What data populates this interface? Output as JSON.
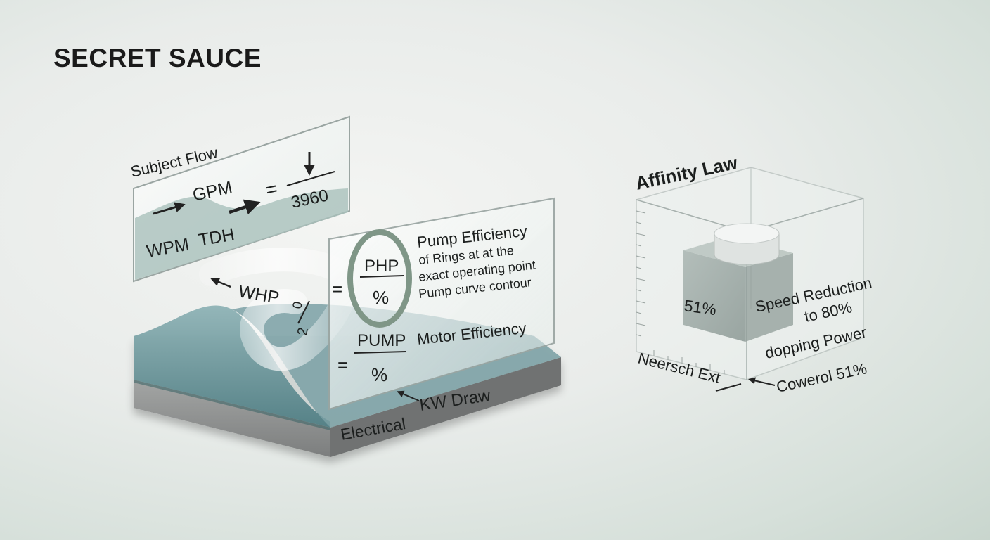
{
  "title": "SECRET SAUCE",
  "left_panel": {
    "flow_card": {
      "label": "Subject Flow",
      "gpm": "GPM",
      "equals": "=",
      "divisor": "3960",
      "wpm": "WPM",
      "tdh": "TDH"
    },
    "whp": {
      "label": "WHP",
      "numerator": "0",
      "denominator": "2"
    },
    "main_card": {
      "equals_1": "=",
      "php_numerator": "PHP",
      "php_denominator": "%",
      "pump_efficiency_title": "Pump Efficiency",
      "pump_efficiency_line1": "of Rings at at the",
      "pump_efficiency_line2": "exact operating point",
      "pump_efficiency_line3": "Pump curve contour",
      "equals_2": "=",
      "pump_numerator": "PUMP",
      "pump_denominator": "%",
      "motor_efficiency": "Motor Efficiency",
      "kw_draw": "KW Draw"
    },
    "base_label": "Electrical"
  },
  "right_panel": {
    "title": "Affinity Law",
    "percent_inner": "51%",
    "speed_reduction_line1": "Speed Reduction",
    "speed_reduction_line2": "to 80%",
    "speed_reduction_line3": "dopping Power",
    "neersch": "Neersch Ext",
    "cowerol": "Cowerol 51%"
  },
  "colors": {
    "water": "#6f969a",
    "water_dark": "#4e7a80",
    "base_gray": "#8e9090",
    "circle_ring": "#7f9687",
    "glass_edge": "#9aa5a2"
  }
}
